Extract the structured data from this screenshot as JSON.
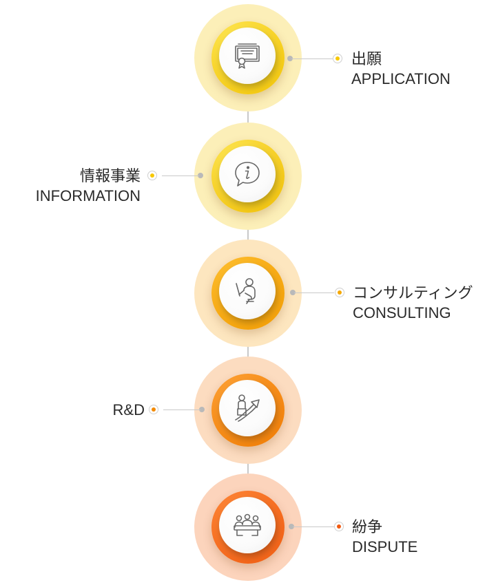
{
  "steps": [
    {
      "ja": "出願",
      "en": "APPLICATION",
      "icon": "certificate-icon",
      "side": "right",
      "colors": {
        "halo": "#fcefb8",
        "ring_light": "#ffe95a",
        "ring_dark": "#f2c200",
        "dot": "#f7c800"
      }
    },
    {
      "ja": "情報事業",
      "en": "INFORMATION",
      "icon": "info-speech-bubble-icon",
      "side": "left",
      "colors": {
        "halo": "#fcefb8",
        "ring_light": "#ffe95a",
        "ring_dark": "#f0bd00",
        "dot": "#f7c800"
      }
    },
    {
      "ja": "コンサルティング",
      "en": "CONSULTING",
      "icon": "presenter-icon",
      "side": "right",
      "colors": {
        "halo": "#fde6bf",
        "ring_light": "#ffc233",
        "ring_dark": "#f29a00",
        "dot": "#f5a800"
      }
    },
    {
      "ja": "",
      "en": "R&D",
      "icon": "growth-arrow-icon",
      "side": "left",
      "colors": {
        "halo": "#fcdcc0",
        "ring_light": "#ffa53a",
        "ring_dark": "#f07a00",
        "dot": "#f38a00"
      }
    },
    {
      "ja": "紛争",
      "en": "DISPUTE",
      "icon": "meeting-table-icon",
      "side": "right",
      "colors": {
        "halo": "#fcd4bc",
        "ring_light": "#ff8a3a",
        "ring_dark": "#f05a10",
        "dot": "#f25a10"
      }
    }
  ]
}
